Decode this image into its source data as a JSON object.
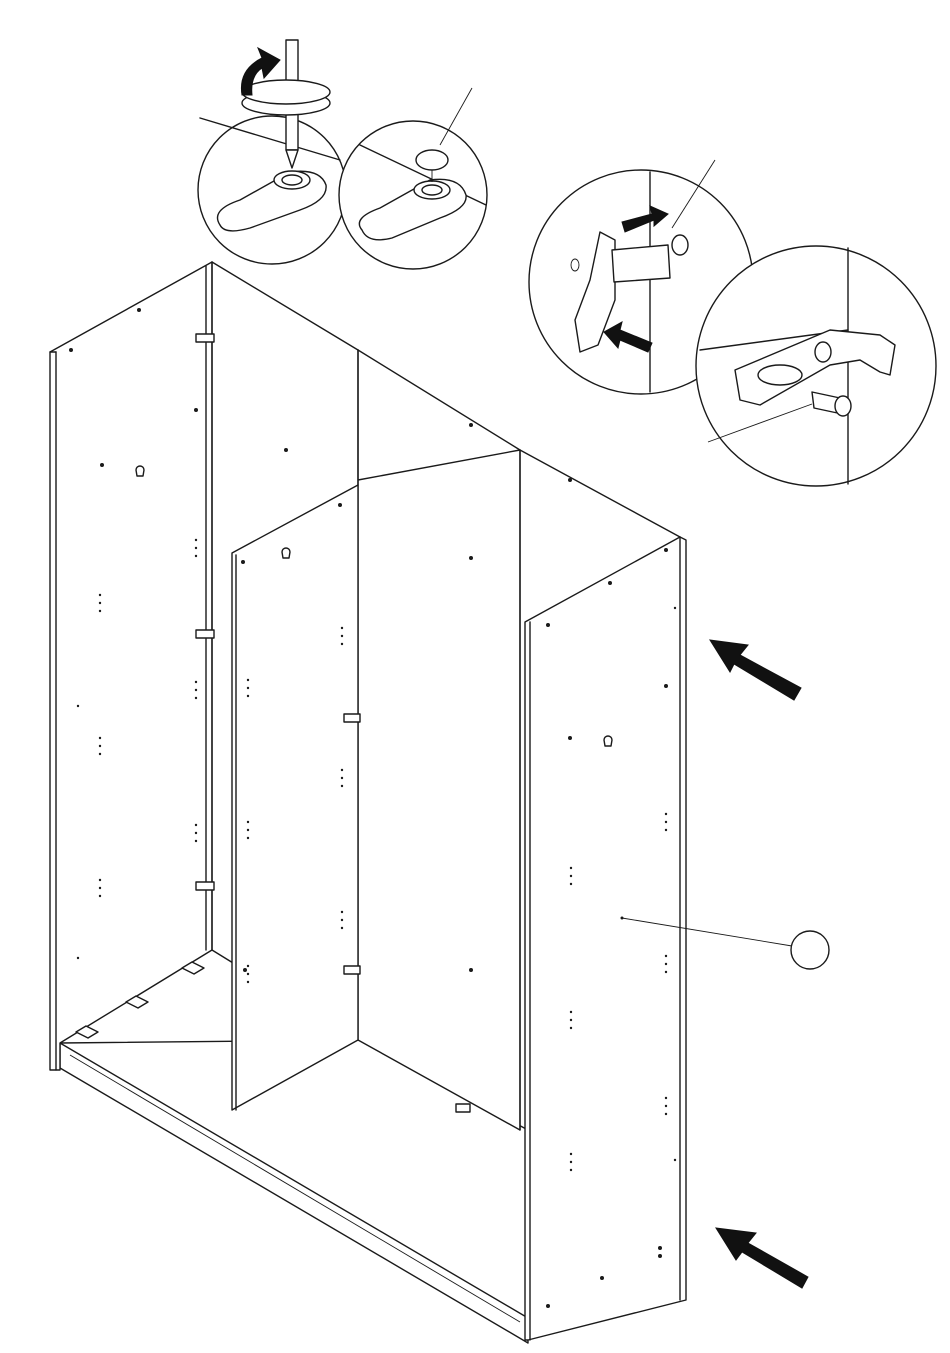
{
  "figure": {
    "detail_views": [
      {
        "name": "leveling-foot-turn"
      },
      {
        "name": "leveling-foot-cap"
      },
      {
        "name": "connector-insert"
      },
      {
        "name": "connector-screw"
      }
    ],
    "part_callout": {
      "label": ""
    },
    "direction_arrows": 2,
    "colors": {
      "line": "#1a1a1a",
      "background": "#ffffff"
    }
  }
}
